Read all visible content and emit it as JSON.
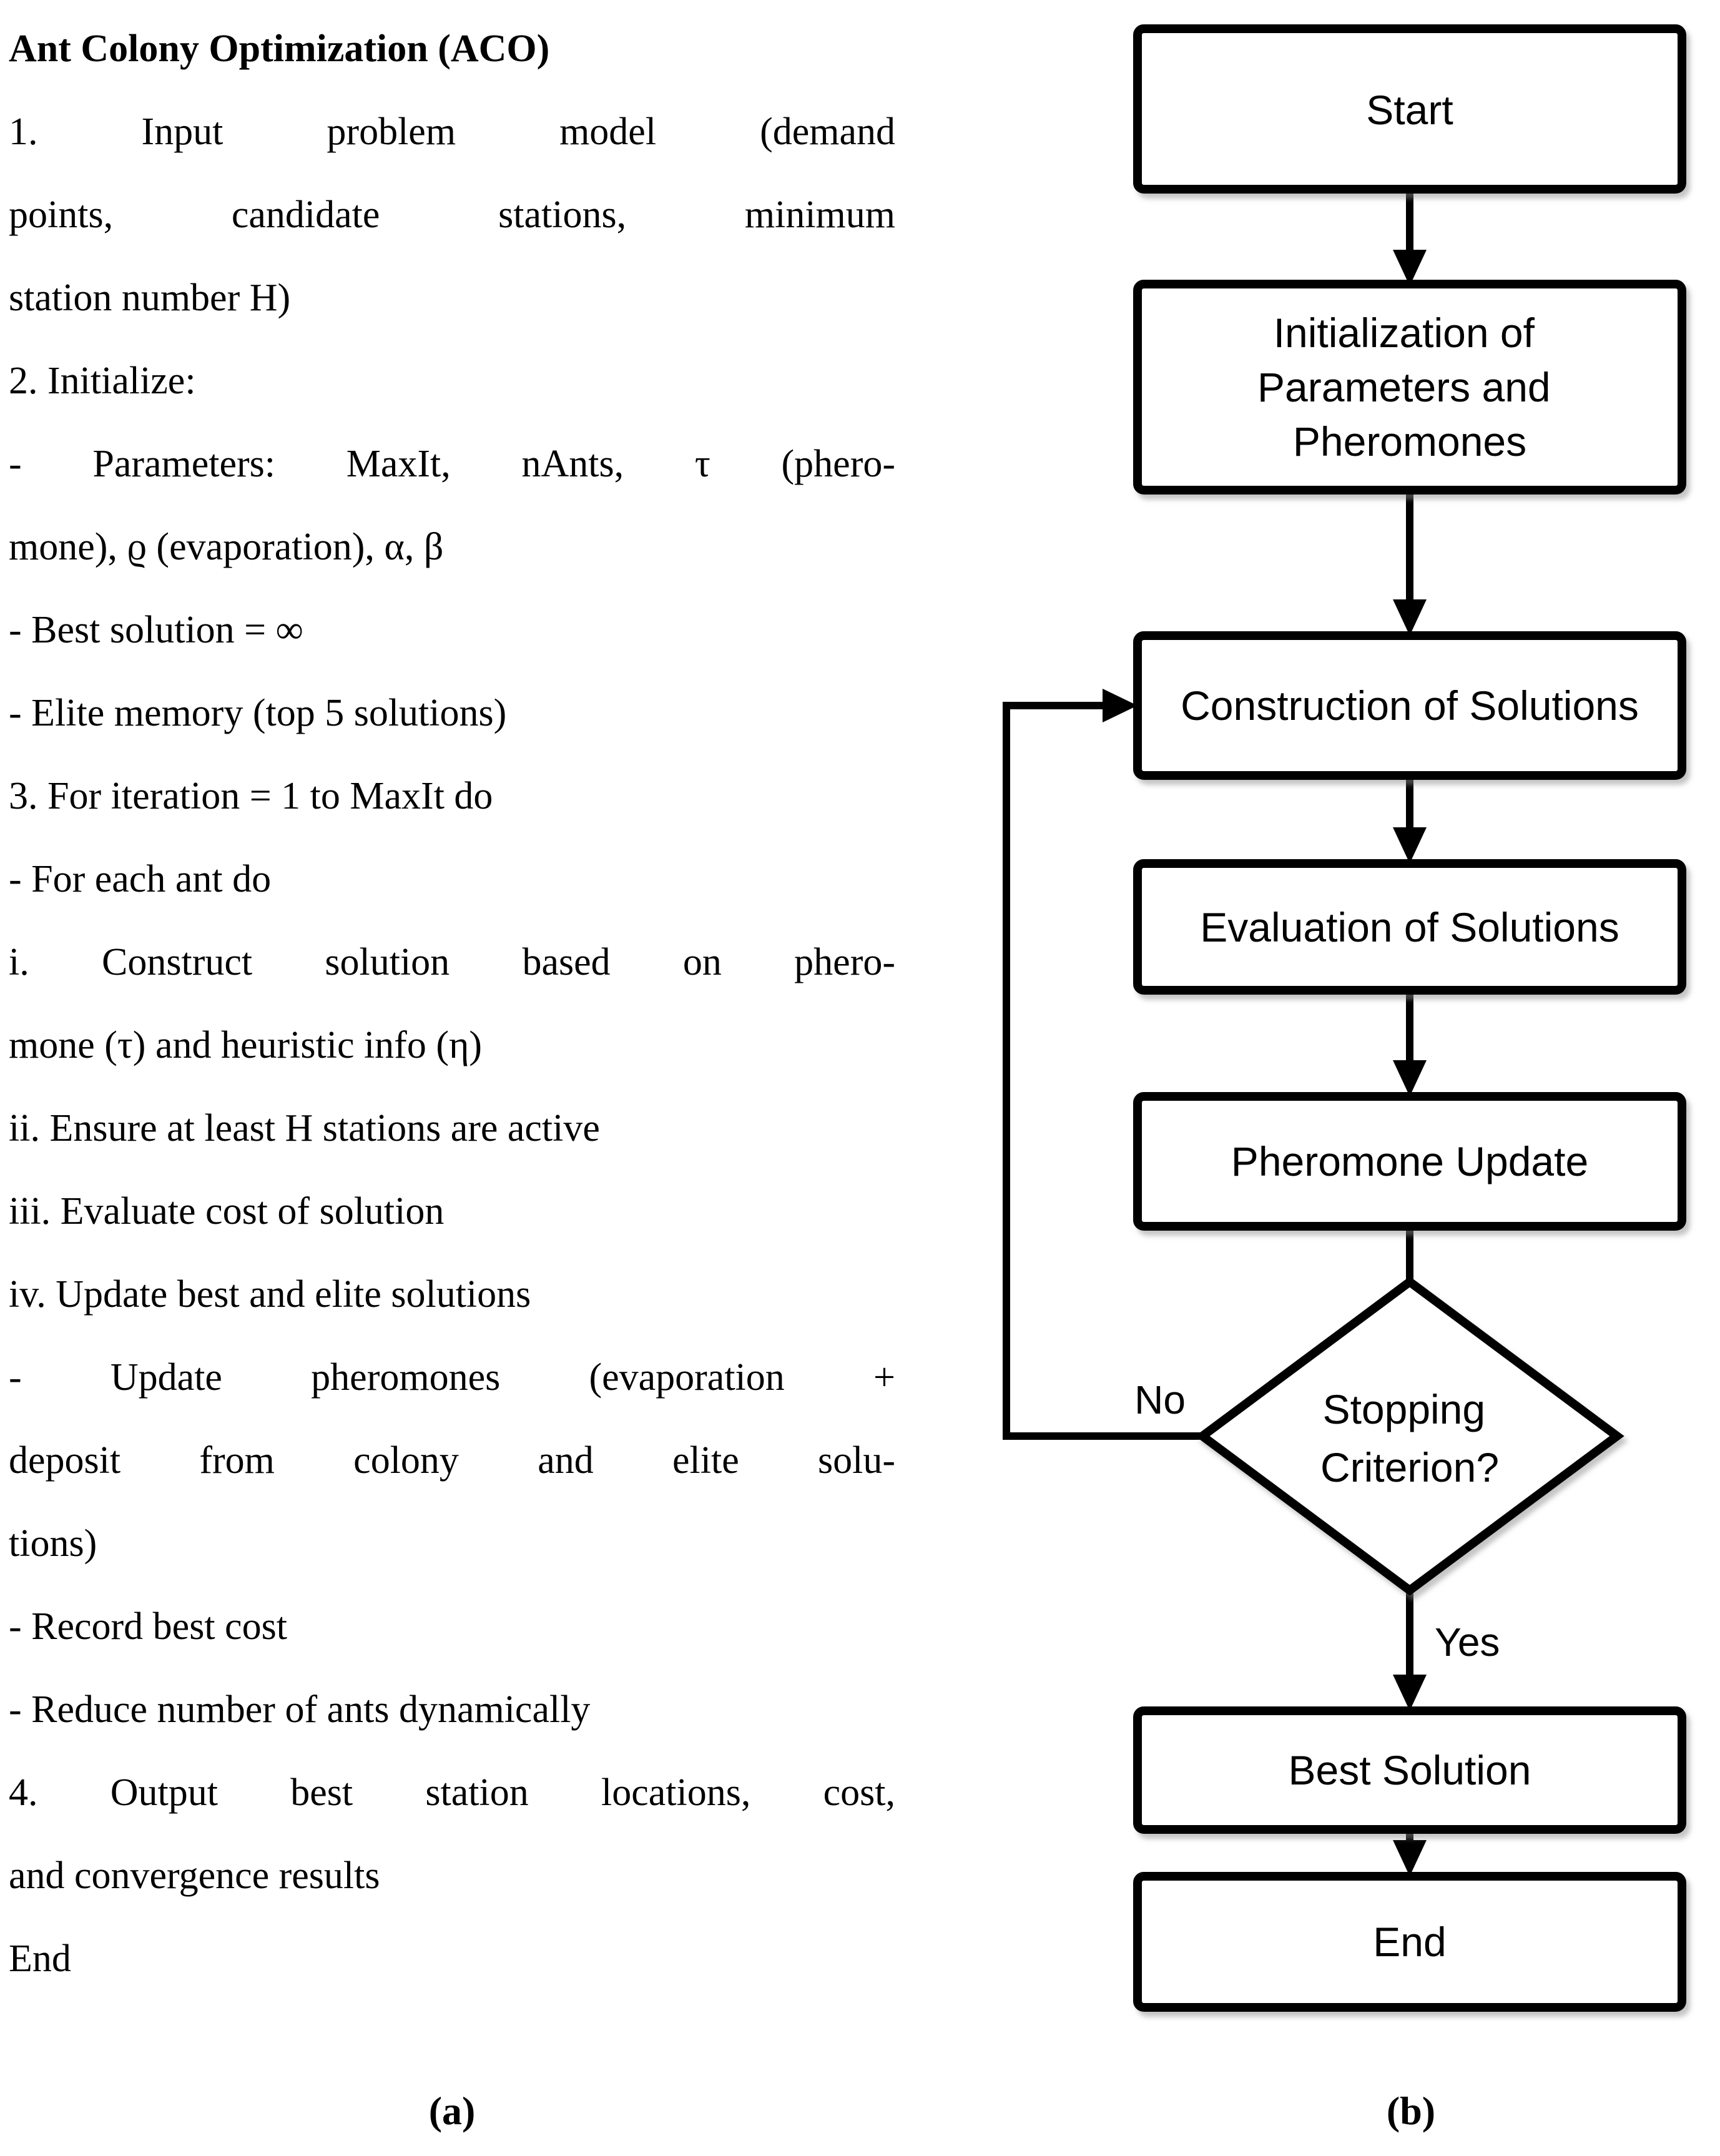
{
  "panel_a": {
    "caption": "(a)",
    "title": "Ant Colony Optimization (ACO)",
    "lines": [
      "1. Input problem model (demand",
      "points, candidate stations, minimum",
      "station number H)",
      "2. Initialize:",
      "- Parameters: MaxIt, nAnts, τ (phero-",
      "mone), ϱ (evaporation), α, β",
      "- Best solution = ∞",
      "- Elite memory (top 5 solutions)",
      "3. For iteration = 1 to MaxIt do",
      "- For each ant do",
      "i. Construct solution based on phero-",
      "mone (τ) and heuristic info (η)",
      "ii. Ensure at least H stations are active",
      "iii. Evaluate cost of solution",
      "iv. Update best and elite solutions",
      "- Update pheromones (evaporation +",
      "deposit from colony and elite solu-",
      "tions)",
      "- Record best cost",
      "- Reduce number of ants dynamically",
      "4. Output best station locations, cost,",
      "and convergence results",
      "End"
    ]
  },
  "panel_b": {
    "caption": "(b)",
    "colors": {
      "stroke": "#000000",
      "node_fill": "#ffffff",
      "background": "#ffffff",
      "text": "#000000"
    },
    "nodes": {
      "start": {
        "type": "rect",
        "label": "Start"
      },
      "init": {
        "type": "rect",
        "label_lines": [
          "Initialization of",
          "Parameters and",
          "Pheromones"
        ]
      },
      "construct": {
        "type": "rect",
        "label": "Construction of Solutions"
      },
      "evaluate": {
        "type": "rect",
        "label": "Evaluation of Solutions"
      },
      "pheromone": {
        "type": "rect",
        "label": "Pheromone Update"
      },
      "stopping": {
        "type": "diamond",
        "label_lines": [
          "Stopping",
          "Criterion?"
        ]
      },
      "best": {
        "type": "rect",
        "label": "Best Solution"
      },
      "end": {
        "type": "rect",
        "label": "End"
      }
    },
    "edge_labels": {
      "no": "No",
      "yes": "Yes"
    }
  }
}
